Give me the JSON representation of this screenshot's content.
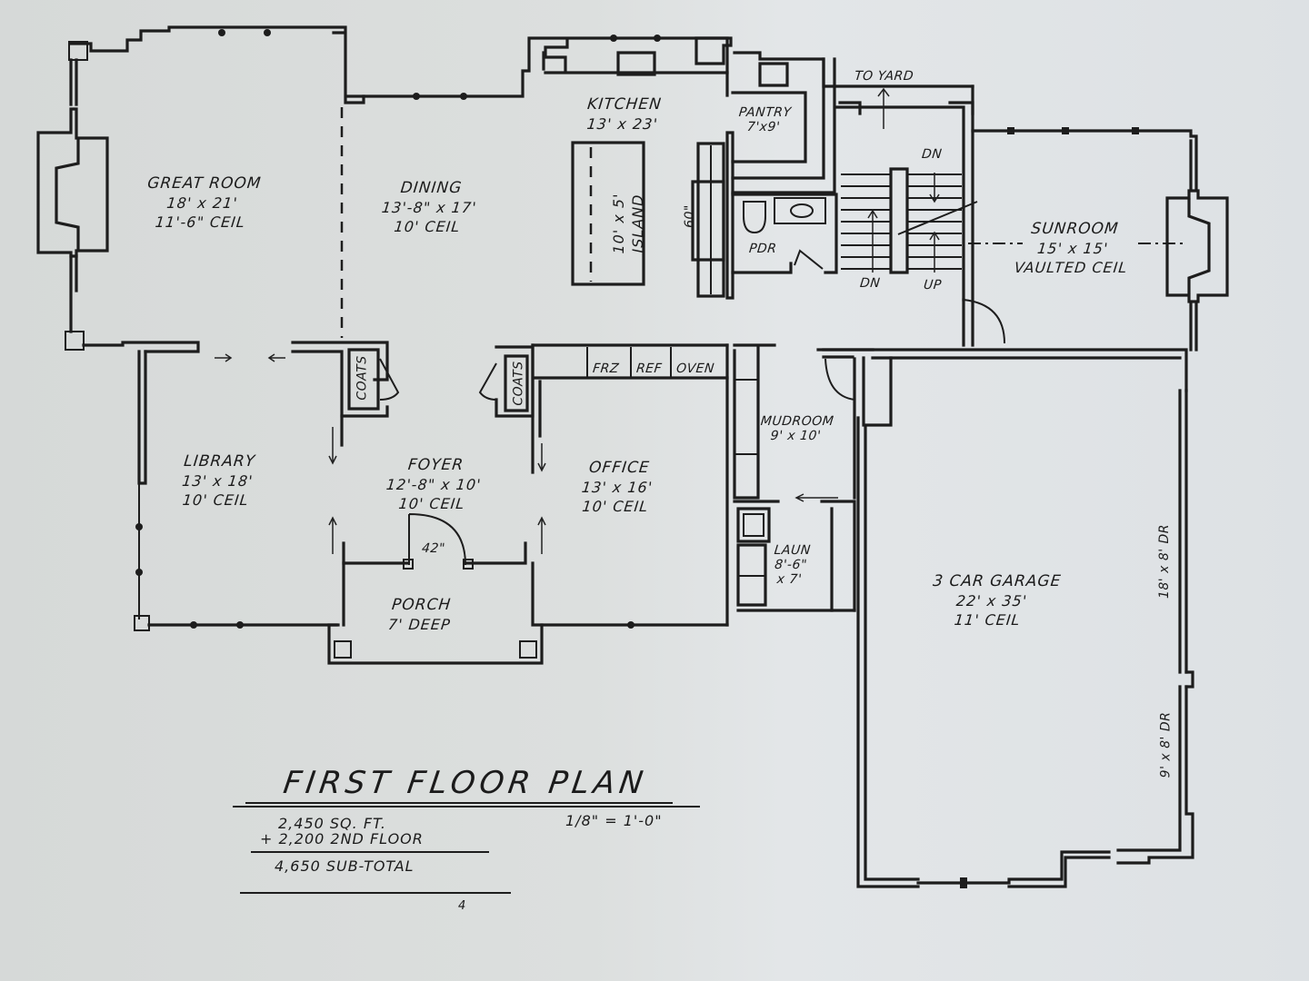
{
  "plan": {
    "title": "FIRST FLOOR PLAN",
    "scale": "1/8\" = 1'-0\"",
    "area_summary": {
      "first_floor": "2,450 SQ. FT.",
      "second_floor": "+ 2,200  2ND FLOOR",
      "subtotal": "4,650  SUB-TOTAL"
    },
    "page_number": "4"
  },
  "rooms": {
    "great_room": {
      "name": "GREAT ROOM",
      "size": "18' x 21'",
      "ceiling": "11'-6\" CEIL"
    },
    "dining": {
      "name": "DINING",
      "size": "13'-8\" x 17'",
      "ceiling": "10' CEIL"
    },
    "kitchen": {
      "name": "KITCHEN",
      "size": "13' x 23'"
    },
    "island": {
      "size": "10' x 5'",
      "name": "ISLAND"
    },
    "pantry": {
      "name": "PANTRY",
      "size": "7'x9'"
    },
    "powder": {
      "name": "PDR"
    },
    "sunroom": {
      "name": "SUNROOM",
      "size": "15' x 15'",
      "ceiling": "VAULTED CEIL"
    },
    "library": {
      "name": "LIBRARY",
      "size": "13' x 18'",
      "ceiling": "10' CEIL"
    },
    "foyer": {
      "name": "FOYER",
      "size": "12'-8\" x 10'",
      "ceiling": "10' CEIL"
    },
    "office": {
      "name": "OFFICE",
      "size": "13' x 16'",
      "ceiling": "10' CEIL"
    },
    "mudroom": {
      "name": "MUDROOM",
      "size": "9' x 10'"
    },
    "laundry": {
      "name": "LAUN",
      "size": "8'-6\"",
      "size2": "x 7'"
    },
    "porch": {
      "name": "PORCH",
      "size": "7' DEEP"
    },
    "garage": {
      "name": "3 CAR GARAGE",
      "size": "22' x 35'",
      "ceiling": "11' CEIL"
    }
  },
  "annotations": {
    "to_yard": "TO YARD",
    "stair_dn_top": "DN",
    "stair_dn_bottom": "DN",
    "stair_up": "UP",
    "bench_width": "60\"",
    "front_door": "42\"",
    "coats_left": "COATS",
    "coats_right": "COATS",
    "appliance_frz": "FRZ",
    "appliance_ref": "REF",
    "appliance_oven": "OVEN",
    "garage_door_large": "18' x 8' DR",
    "garage_door_small": "9' x 8' DR"
  },
  "colors": {
    "ink": "#1d1d1d",
    "paper": "#dcdfde"
  }
}
